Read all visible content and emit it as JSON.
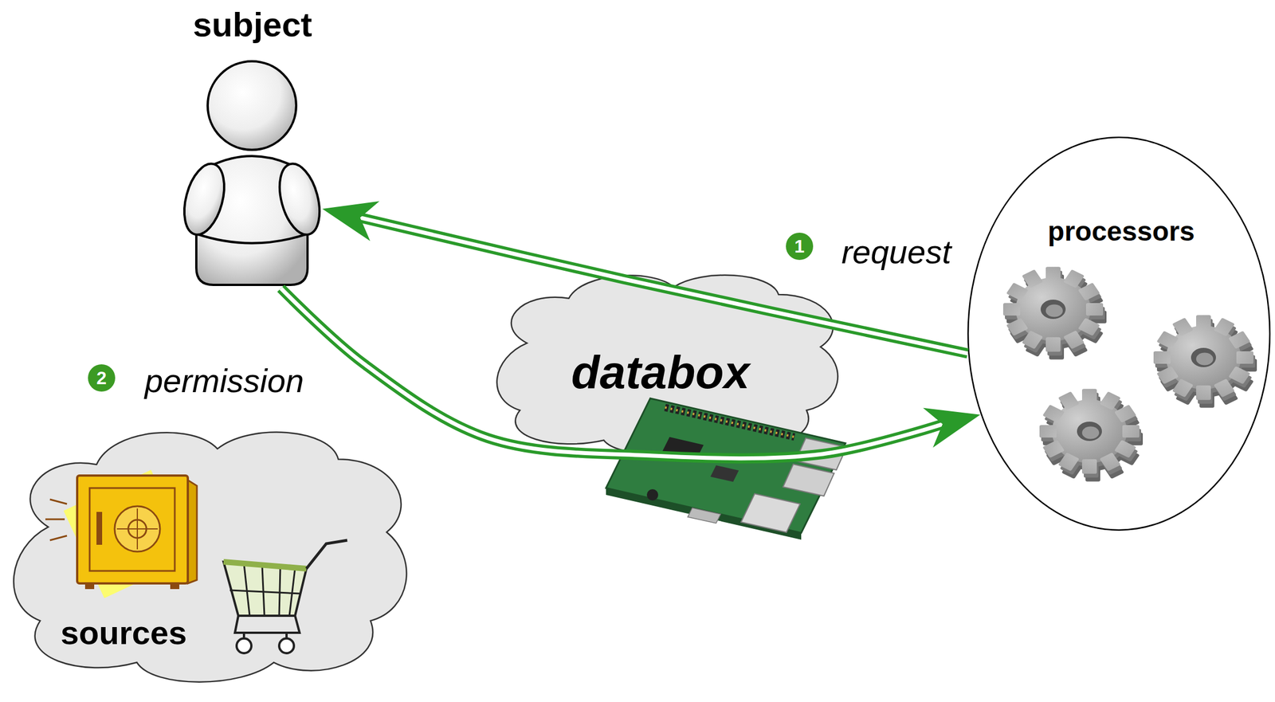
{
  "diagram": {
    "nodes": [
      {
        "text": [
          "subject"
        ]
      },
      {
        "text": [
          "processors"
        ]
      },
      {
        "text": [
          "databox"
        ]
      },
      {
        "text": [
          "sources"
        ]
      }
    ],
    "edges": [
      {
        "from": 1,
        "to": 0,
        "label": "request",
        "arrow": "to"
      },
      {
        "from": 0,
        "to": 1,
        "label": "permission",
        "arrow": "to"
      }
    ],
    "labels": [
      "1",
      "2"
    ]
  }
}
